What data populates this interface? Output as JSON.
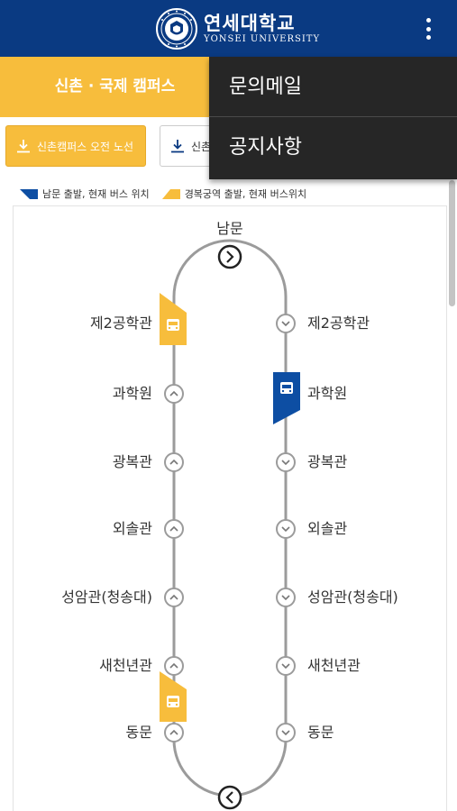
{
  "header": {
    "university_name_ko": "연세대학교",
    "university_name_en": "YONSEI UNIVERSITY",
    "seal_icon": "yonsei-seal-icon",
    "menu_icon": "kebab-menu-icon"
  },
  "campus_tab": {
    "label": "신촌 · 국제 캠퍼스"
  },
  "route_buttons": [
    {
      "label": "신촌캠퍼스 오전 노선",
      "icon": "download-arrow-icon",
      "active": true
    },
    {
      "label": "신촌",
      "icon": "download-arrow-icon",
      "active": false
    }
  ],
  "dropdown_menu": {
    "items": [
      {
        "label": "문의메일"
      },
      {
        "label": "공지사항"
      }
    ]
  },
  "legend": {
    "items": [
      {
        "label": "남문 출발, 현재 버스 위치",
        "color": "#0d4ea3"
      },
      {
        "label": "경복궁역 출발, 현재 버스위치",
        "color": "#f7bd3c"
      }
    ]
  },
  "route": {
    "top_terminal": "남문",
    "left_stops": [
      "제2공학관",
      "과학원",
      "광복관",
      "외솔관",
      "성암관(청송대)",
      "새천년관",
      "동문"
    ],
    "right_stops": [
      "제2공학관",
      "과학원",
      "광복관",
      "외솔관",
      "성암관(청송대)",
      "새천년관",
      "동문"
    ],
    "bus_positions": [
      {
        "side": "left",
        "near_stop": "제2공학관",
        "color": "#f7bd3c"
      },
      {
        "side": "right",
        "near_stop": "과학원",
        "color": "#0d4ea3"
      },
      {
        "side": "left",
        "near_stop": "새천년관",
        "color": "#f7bd3c"
      }
    ]
  },
  "colors": {
    "header_bg": "#0a3a82",
    "accent_yellow": "#f7bd3c",
    "accent_blue": "#0d4ea3",
    "menu_bg": "#262626",
    "route_line": "#9b9b9b"
  }
}
